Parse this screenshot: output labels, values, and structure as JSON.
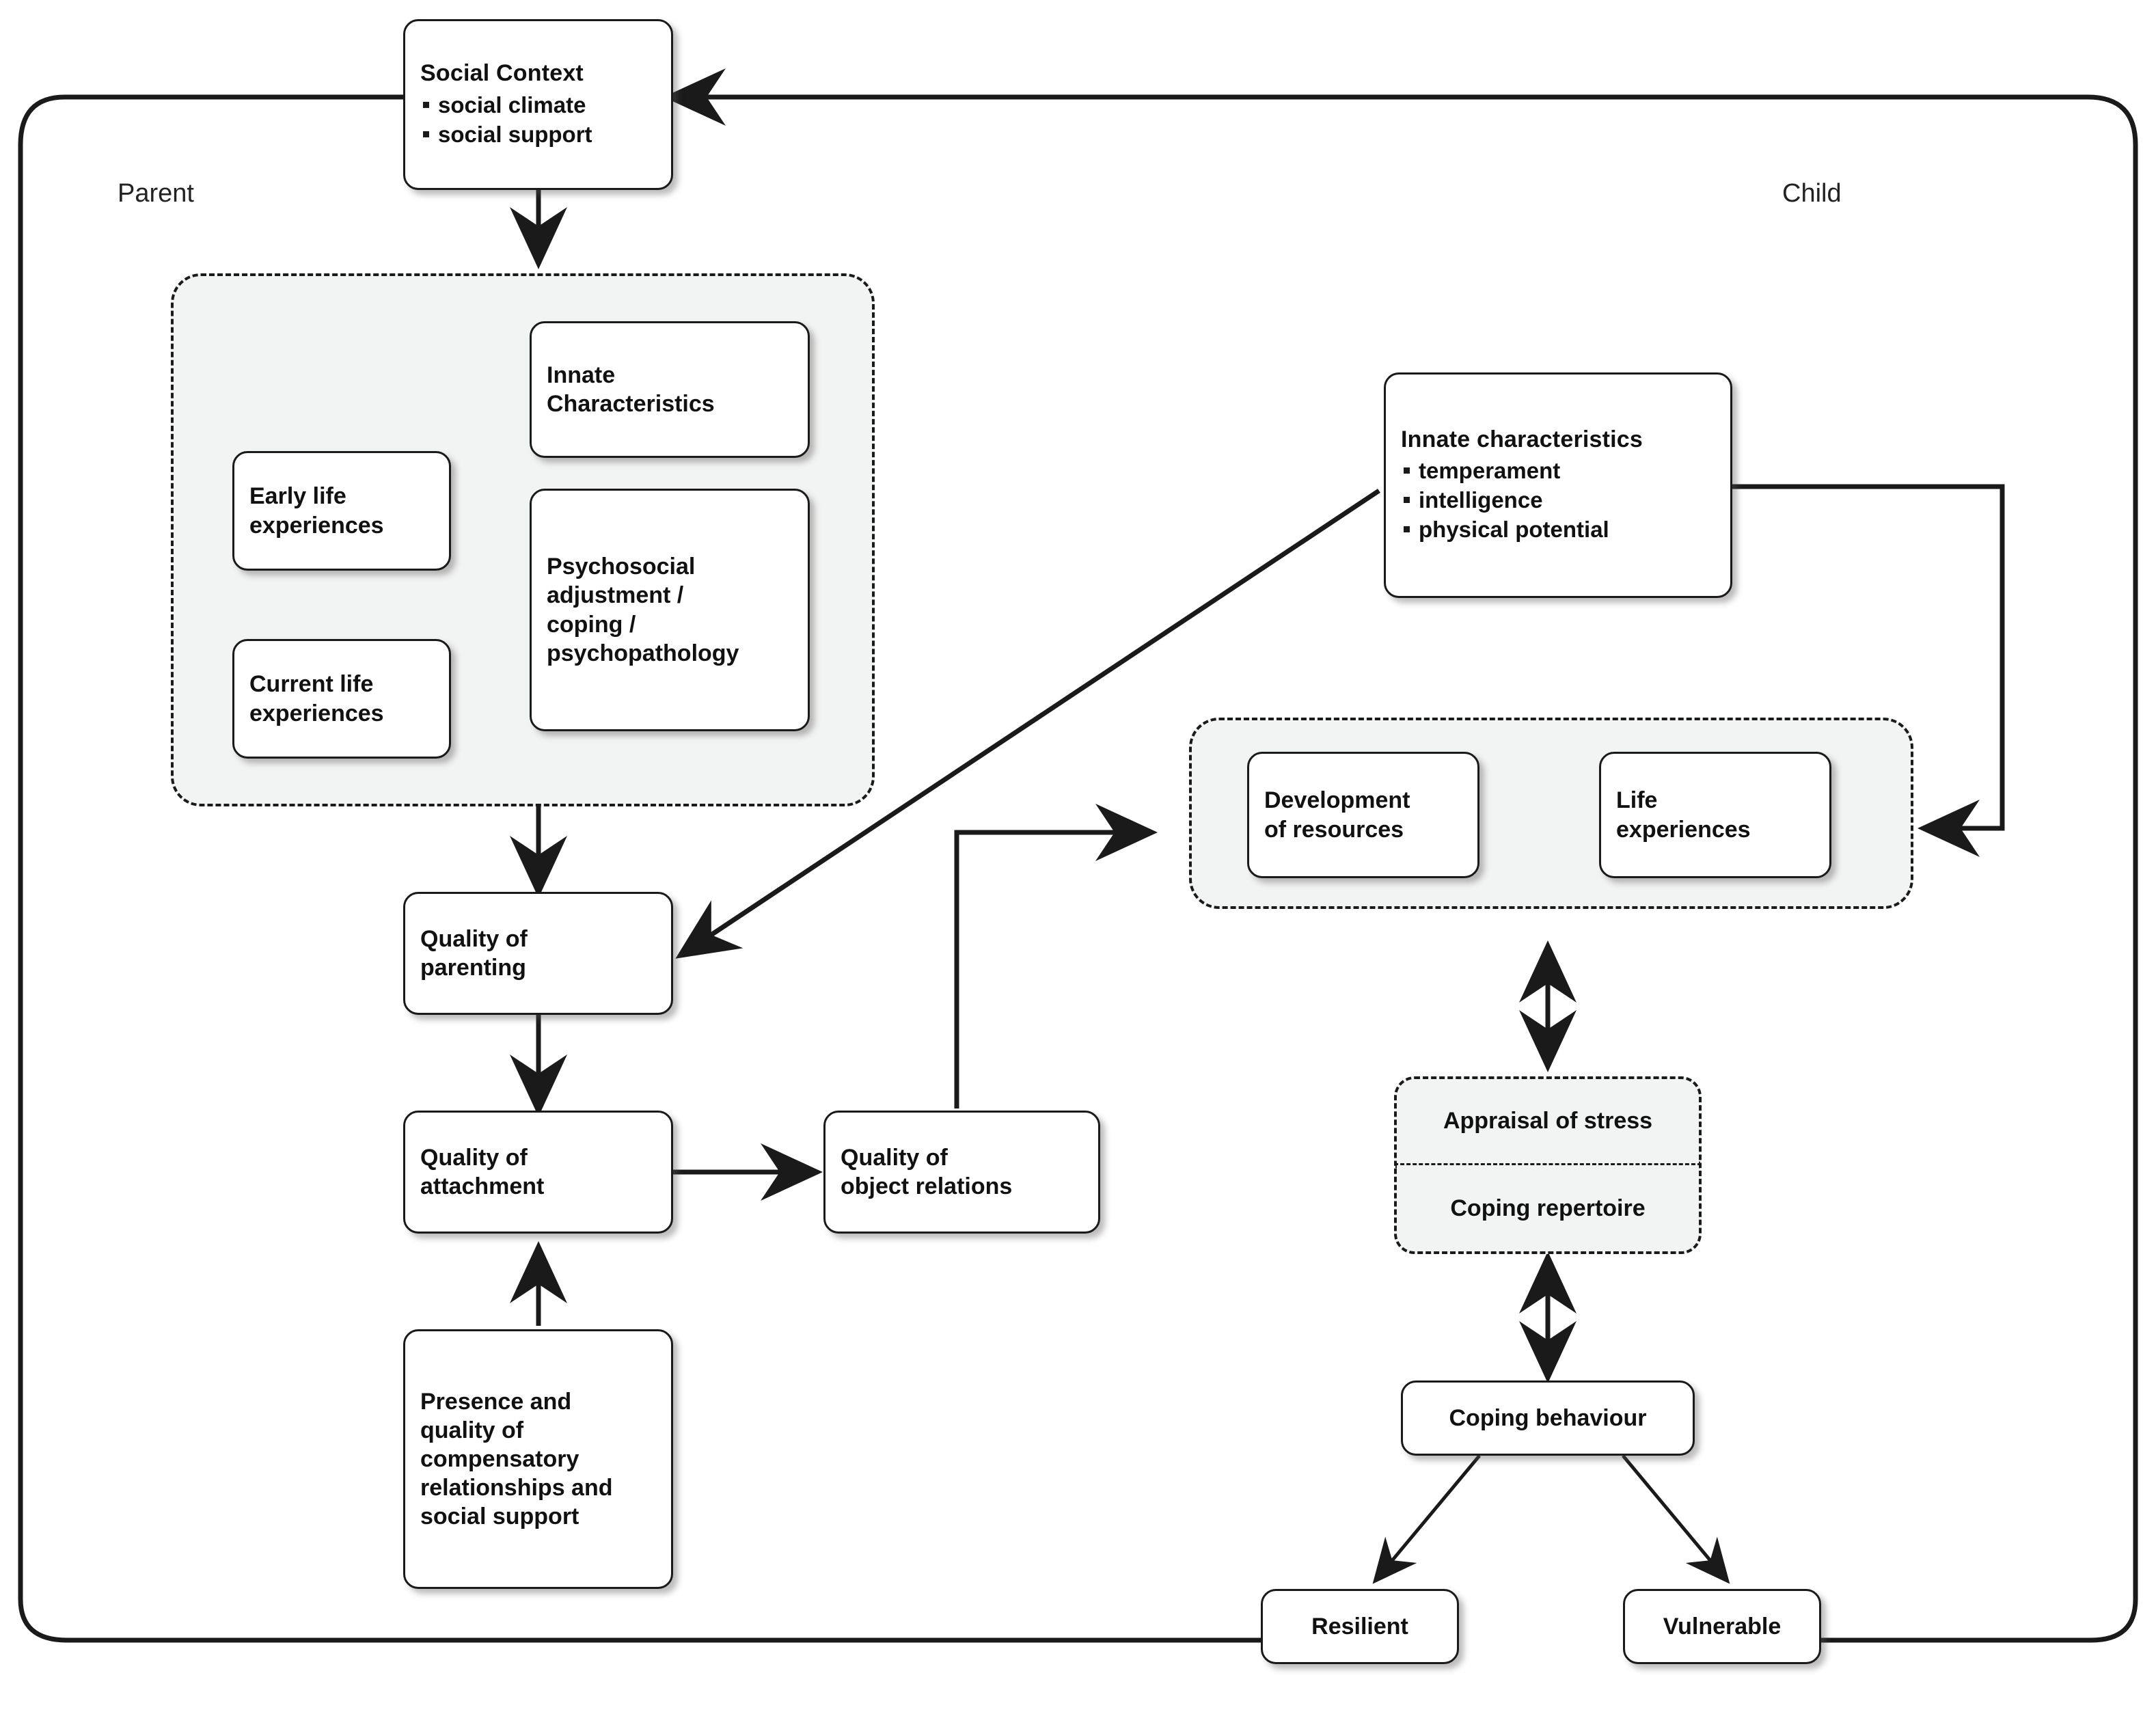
{
  "diagram": {
    "title_labels": {
      "parent": "Parent",
      "child": "Child"
    },
    "nodes": {
      "social_context": {
        "title": "Social Context",
        "bullets": [
          "social climate",
          "social support"
        ]
      },
      "parent_innate": {
        "line1": "Innate",
        "line2": "Characteristics"
      },
      "parent_early_life": {
        "line1": "Early life",
        "line2": "experiences"
      },
      "parent_current_life": {
        "line1": "Current life",
        "line2": "experiences"
      },
      "parent_psychosocial": {
        "line1": "Psychosocial",
        "line2": "adjustment /",
        "line3": "coping /",
        "line4": "psychopathology"
      },
      "quality_parenting": {
        "line1": "Quality of",
        "line2": "parenting"
      },
      "quality_attachment": {
        "line1": "Quality of",
        "line2": "attachment"
      },
      "quality_object_relations": {
        "line1": "Quality of",
        "line2": "object relations"
      },
      "compensatory": {
        "line1": "Presence and",
        "line2": "quality of",
        "line3": "compensatory",
        "line4": "relationships and",
        "line5": "social support"
      },
      "child_innate": {
        "title": "Innate characteristics",
        "bullets": [
          "temperament",
          "intelligence",
          "physical potential"
        ]
      },
      "development_resources": {
        "line1": "Development",
        "line2": "of resources"
      },
      "life_experiences": {
        "line1": "Life",
        "line2": "experiences"
      },
      "appraisal_of_stress": {
        "label": "Appraisal of stress"
      },
      "coping_repertoire": {
        "label": "Coping repertoire"
      },
      "coping_behaviour": {
        "label": "Coping behaviour"
      },
      "resilient": {
        "label": "Resilient"
      },
      "vulnerable": {
        "label": "Vulnerable"
      }
    },
    "colors": {
      "stroke": "#1a1a1a",
      "group_fill": "#f2f4f3",
      "node_fill": "#ffffff",
      "page_background": "#ffffff"
    }
  }
}
